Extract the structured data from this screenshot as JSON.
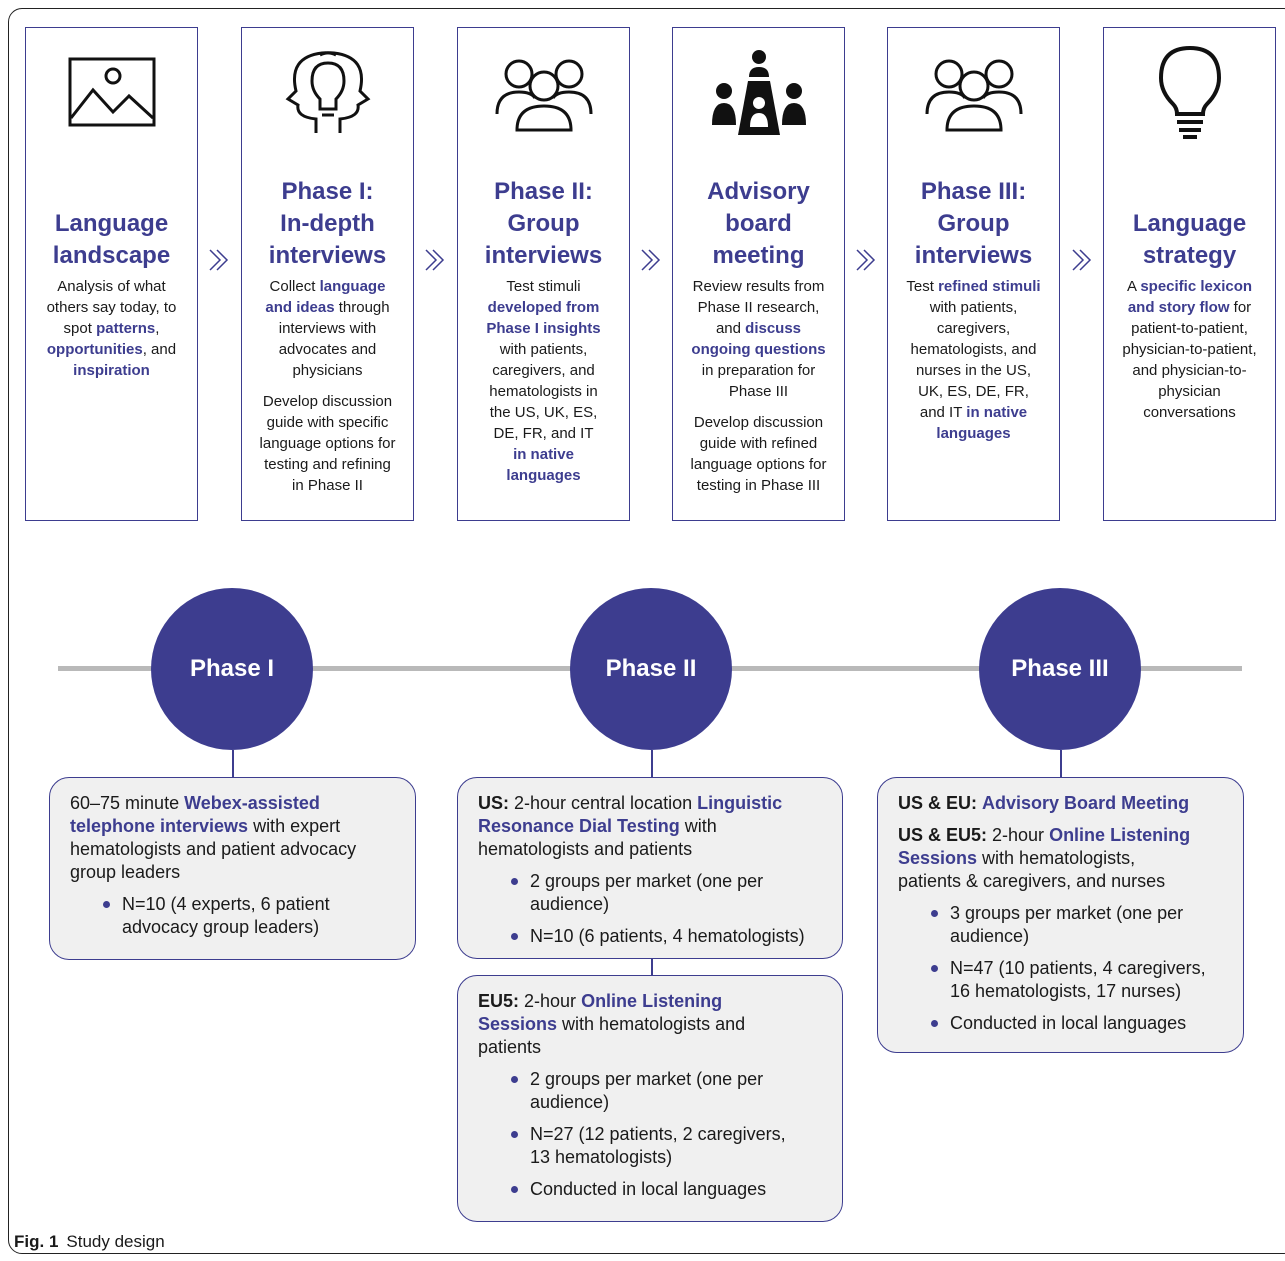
{
  "colors": {
    "accent": "#3d3d8f",
    "timeline": "#b9b9b9",
    "box_fill": "#f0f0f0"
  },
  "stages": [
    {
      "icon": "landscape-image-icon",
      "title": [
        "Language",
        "landscape"
      ],
      "desc_lines": [
        [
          {
            "t": "Analysis of what"
          }
        ],
        [
          {
            "t": "others say today, to"
          }
        ],
        [
          {
            "t": "spot "
          },
          {
            "t": "patterns",
            "h": true
          },
          {
            "t": ","
          }
        ],
        [
          {
            "t": "opportunities",
            "h": true
          },
          {
            "t": ", and"
          }
        ],
        [
          {
            "t": "inspiration",
            "h": true
          }
        ]
      ],
      "desc2_lines": []
    },
    {
      "icon": "two-heads-lightbulb-icon",
      "title": [
        "Phase I:",
        "In-depth",
        "interviews"
      ],
      "desc_lines": [
        [
          {
            "t": "Collect "
          },
          {
            "t": "language",
            "h": true
          }
        ],
        [
          {
            "t": "and ideas",
            "h": true
          },
          {
            "t": " through"
          }
        ],
        [
          {
            "t": "interviews with"
          }
        ],
        [
          {
            "t": "advocates and"
          }
        ],
        [
          {
            "t": "physicians"
          }
        ]
      ],
      "desc2_lines": [
        [
          {
            "t": "Develop discussion"
          }
        ],
        [
          {
            "t": "guide with specific"
          }
        ],
        [
          {
            "t": "language options for"
          }
        ],
        [
          {
            "t": "testing and refining"
          }
        ],
        [
          {
            "t": "in Phase II"
          }
        ]
      ]
    },
    {
      "icon": "group-people-icon",
      "title": [
        "Phase II:",
        "Group",
        "interviews"
      ],
      "desc_lines": [
        [
          {
            "t": "Test stimuli"
          }
        ],
        [
          {
            "t": "developed from",
            "h": true
          }
        ],
        [
          {
            "t": "Phase I insights",
            "h": true
          }
        ],
        [
          {
            "t": "with patients,"
          }
        ],
        [
          {
            "t": "caregivers, and"
          }
        ],
        [
          {
            "t": "hematologists in"
          }
        ],
        [
          {
            "t": "the US, UK, ES,"
          }
        ],
        [
          {
            "t": "DE, FR, and IT"
          }
        ],
        [
          {
            "t": "in native",
            "h": true
          }
        ],
        [
          {
            "t": "languages",
            "h": true
          }
        ]
      ],
      "desc2_lines": []
    },
    {
      "icon": "board-meeting-icon",
      "title": [
        "Advisory",
        "board",
        "meeting"
      ],
      "desc_lines": [
        [
          {
            "t": "Review results from"
          }
        ],
        [
          {
            "t": "Phase II research,"
          }
        ],
        [
          {
            "t": "and "
          },
          {
            "t": "discuss",
            "h": true
          }
        ],
        [
          {
            "t": "ongoing questions",
            "h": true
          }
        ],
        [
          {
            "t": "in preparation for"
          }
        ],
        [
          {
            "t": "Phase III"
          }
        ]
      ],
      "desc2_lines": [
        [
          {
            "t": "Develop discussion"
          }
        ],
        [
          {
            "t": "guide with refined"
          }
        ],
        [
          {
            "t": "language options for"
          }
        ],
        [
          {
            "t": "testing in Phase III"
          }
        ]
      ]
    },
    {
      "icon": "group-people-icon",
      "title": [
        "Phase III:",
        "Group",
        "interviews"
      ],
      "desc_lines": [
        [
          {
            "t": "Test "
          },
          {
            "t": "refined stimuli",
            "h": true
          }
        ],
        [
          {
            "t": "with patients,"
          }
        ],
        [
          {
            "t": "caregivers,"
          }
        ],
        [
          {
            "t": "hematologists, and"
          }
        ],
        [
          {
            "t": "nurses in the US,"
          }
        ],
        [
          {
            "t": "UK, ES, DE, FR,"
          }
        ],
        [
          {
            "t": "and IT "
          },
          {
            "t": "in native",
            "h": true
          }
        ],
        [
          {
            "t": "languages",
            "h": true
          }
        ]
      ],
      "desc2_lines": []
    },
    {
      "icon": "lightbulb-icon",
      "title": [
        "Language",
        "strategy"
      ],
      "desc_lines": [
        [
          {
            "t": "A "
          },
          {
            "t": "specific lexicon",
            "h": true
          }
        ],
        [
          {
            "t": "and story flow",
            "h": true
          },
          {
            "t": " for"
          }
        ],
        [
          {
            "t": "patient-to-patient,"
          }
        ],
        [
          {
            "t": "physician-to-patient,"
          }
        ],
        [
          {
            "t": "and physician-to-"
          }
        ],
        [
          {
            "t": "physician"
          }
        ],
        [
          {
            "t": "conversations"
          }
        ]
      ],
      "desc2_lines": []
    }
  ],
  "phases": [
    {
      "label": "Phase I"
    },
    {
      "label": "Phase II"
    },
    {
      "label": "Phase III"
    }
  ],
  "boxes": [
    {
      "paragraphs": [
        [
          [
            {
              "t": "60–75 minute "
            },
            {
              "t": "Webex-assisted",
              "h": true
            }
          ],
          [
            {
              "t": "telephone interviews",
              "h": true
            },
            {
              "t": " with expert"
            }
          ],
          [
            {
              "t": "hematologists and patient advocacy"
            }
          ],
          [
            {
              "t": "group leaders"
            }
          ]
        ]
      ],
      "bullets": [
        [
          [
            {
              "t": "N=10 (4 experts, 6 patient"
            }
          ],
          [
            {
              "t": "advocacy group leaders)"
            }
          ]
        ]
      ]
    },
    {
      "paragraphs": [
        [
          [
            {
              "t": "US:",
              "b": true
            },
            {
              "t": " 2-hour central location "
            },
            {
              "t": "Linguistic",
              "h": true
            }
          ],
          [
            {
              "t": "Resonance Dial Testing",
              "h": true
            },
            {
              "t": " with"
            }
          ],
          [
            {
              "t": "hematologists and patients"
            }
          ]
        ]
      ],
      "bullets": [
        [
          [
            {
              "t": "2 groups per market (one per"
            }
          ],
          [
            {
              "t": "audience)"
            }
          ]
        ],
        [
          [
            {
              "t": "N=10 (6 patients, 4 hematologists)"
            }
          ]
        ]
      ]
    },
    {
      "paragraphs": [
        [
          [
            {
              "t": "EU5:",
              "b": true
            },
            {
              "t": " 2-hour "
            },
            {
              "t": "Online Listening",
              "h": true
            }
          ],
          [
            {
              "t": "Sessions",
              "h": true
            },
            {
              "t": " with hematologists and"
            }
          ],
          [
            {
              "t": "patients"
            }
          ]
        ]
      ],
      "bullets": [
        [
          [
            {
              "t": "2 groups per market (one per"
            }
          ],
          [
            {
              "t": "audience)"
            }
          ]
        ],
        [
          [
            {
              "t": "N=27 (12 patients, 2 caregivers,"
            }
          ],
          [
            {
              "t": "13 hematologists)"
            }
          ]
        ],
        [
          [
            {
              "t": "Conducted in local languages"
            }
          ]
        ]
      ]
    },
    {
      "paragraphs": [
        [
          [
            {
              "t": "US & EU:",
              "b": true
            },
            {
              "t": " "
            },
            {
              "t": "Advisory Board Meeting",
              "h": true
            }
          ]
        ],
        [
          [
            {
              "t": "US & EU5:",
              "b": true
            },
            {
              "t": " 2-hour "
            },
            {
              "t": "Online Listening",
              "h": true
            }
          ],
          [
            {
              "t": "Sessions",
              "h": true
            },
            {
              "t": " with hematologists,"
            }
          ],
          [
            {
              "t": "patients & caregivers, and nurses"
            }
          ]
        ]
      ],
      "bullets": [
        [
          [
            {
              "t": "3 groups per market (one per"
            }
          ],
          [
            {
              "t": "audience)"
            }
          ]
        ],
        [
          [
            {
              "t": "N=47 (10 patients, 4 caregivers,"
            }
          ],
          [
            {
              "t": "16 hematologists, 17 nurses)"
            }
          ]
        ],
        [
          [
            {
              "t": "Conducted in local languages"
            }
          ]
        ]
      ]
    }
  ],
  "caption": {
    "label": "Fig. 1",
    "text": "Study design"
  }
}
